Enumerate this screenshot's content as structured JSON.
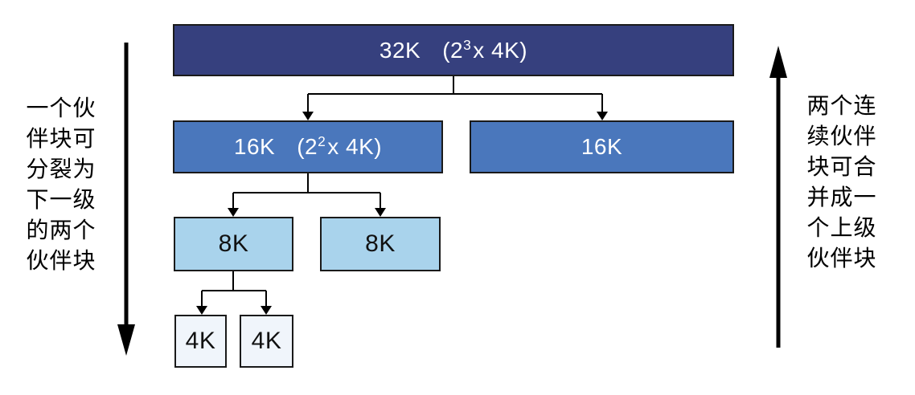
{
  "diagram": {
    "topic": "buddy-memory-block-split-merge",
    "left_annotation": {
      "arrow_direction": "down",
      "lines": [
        "一个伙",
        "伴块可",
        "分裂为",
        "下一级",
        "的两个",
        "伙伴块"
      ]
    },
    "right_annotation": {
      "arrow_direction": "up",
      "lines": [
        "两个连",
        "续伙伴",
        "块可合",
        "并成一",
        "个上级",
        "伙伴块"
      ]
    },
    "blocks": {
      "l0": {
        "size": "32K",
        "formula_base": "(2",
        "formula_exp": "3",
        "formula_rest": "x 4K)"
      },
      "l1a": {
        "size": "16K",
        "formula_base": "(2",
        "formula_exp": "2",
        "formula_rest": "x 4K)"
      },
      "l1b": {
        "size": "16K"
      },
      "l2a": {
        "size": "8K"
      },
      "l2b": {
        "size": "8K"
      },
      "l3a": {
        "size": "4K"
      },
      "l3b": {
        "size": "4K"
      }
    },
    "colors": {
      "level0_fill": "#36407E",
      "level1_fill": "#4A77BC",
      "level2_fill": "#A9D3EC",
      "level3_fill": "#F0F5FB",
      "line": "#000000",
      "border": "#1A1A1A",
      "text_light": "#FFFFFF",
      "text_dark": "#111111"
    }
  }
}
